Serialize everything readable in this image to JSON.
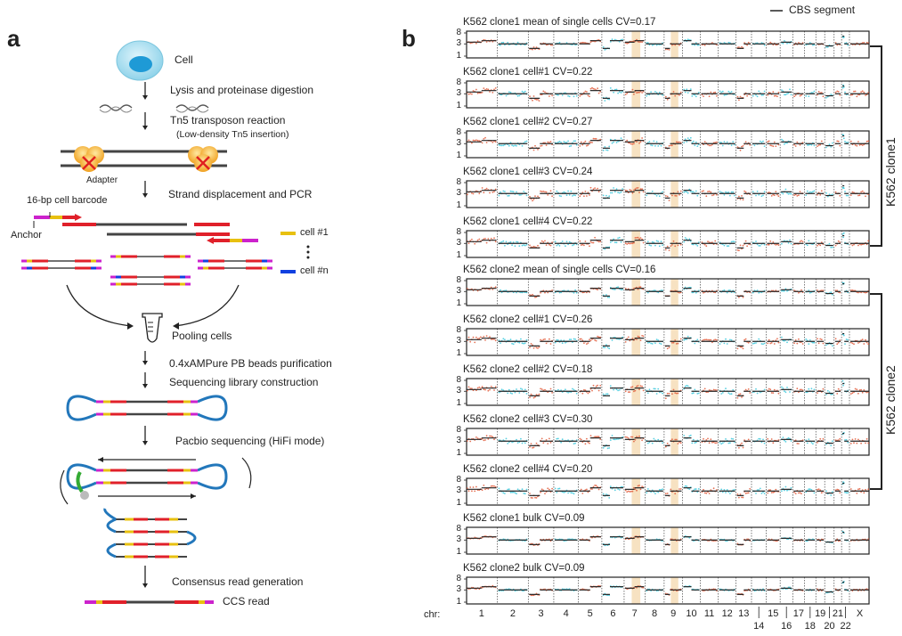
{
  "panel_a": {
    "letter": "a",
    "steps": {
      "cell": "Cell",
      "lysis": "Lysis and proteinase digestion",
      "tn5": "Tn5 transposon reaction",
      "tn5_sub": "(Low-density Tn5 insertion)",
      "adapter": "Adapter",
      "strand": "Strand displacement and PCR",
      "barcode": "16-bp cell barcode",
      "anchor": "Anchor",
      "cell1": "cell #1",
      "celln": "cell #n",
      "pooling": "Pooling cells",
      "ampure": "0.4xAMPure PB beads purification",
      "library": "Sequencing library construction",
      "pacbio": "Pacbio sequencing (HiFi mode)",
      "consensus": "Consensus read generation",
      "ccs": "CCS read"
    },
    "colors": {
      "red": "#e0202a",
      "magenta": "#cc22cc",
      "yellow": "#e8c010",
      "blue": "#1040e0",
      "loop": "#2277bb",
      "dark": "#444444",
      "green": "#33aa33"
    }
  },
  "panel_b": {
    "letter": "b",
    "legend": "CBS segment",
    "chr_prefix": "chr:",
    "chromosomes_top": [
      "1",
      "2",
      "3",
      "4",
      "5",
      "6",
      "7",
      "8",
      "9",
      "10",
      "11",
      "12",
      "13",
      "15",
      "17",
      "19",
      "21",
      "X"
    ],
    "chromosomes_bottom": [
      "14",
      "16",
      "18",
      "20",
      "22"
    ],
    "yticks": [
      "8",
      "3",
      "1"
    ],
    "tracks": [
      "K562 clone1 mean of single cells CV=0.17",
      "K562 clone1 cell#1 CV=0.22",
      "K562 clone1 cell#2 CV=0.27",
      "K562 clone1 cell#3 CV=0.24",
      "K562 clone1 cell#4 CV=0.22",
      "K562 clone2 mean of single cells CV=0.16",
      "K562 clone2 cell#1 CV=0.26",
      "K562 clone2 cell#2 CV=0.18",
      "K562 clone2 cell#3 CV=0.30",
      "K562 clone2 cell#4 CV=0.20",
      "K562 clone1 bulk CV=0.09",
      "K562 clone2 bulk CV=0.09"
    ],
    "clone_labels": [
      "K562 clone1",
      "K562 clone2"
    ],
    "colors": {
      "odd": "#e05a3a",
      "even": "#3cc8dc",
      "highlight": "#f7e2c2",
      "segment": "#222222"
    }
  }
}
